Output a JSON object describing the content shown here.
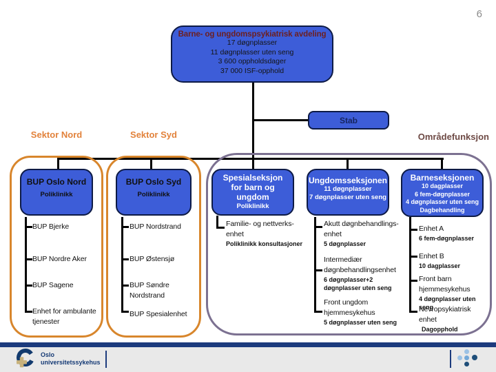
{
  "page": {
    "number": "6"
  },
  "root": {
    "title": "Barne- og ungdomspsykiatrisk avdeling",
    "stats": [
      "17 døgnplasser",
      "11 døgnplasser uten seng",
      "3 600 oppholdsdager",
      "37 000 ISF-opphold"
    ]
  },
  "stab": {
    "label": "Stab"
  },
  "sections": {
    "nord": {
      "header": "Sektor Nord",
      "box": {
        "title": "BUP  Oslo Nord",
        "subtitle": "Poliklinikk"
      },
      "items": [
        {
          "label": "BUP Bjerke"
        },
        {
          "label": "BUP Nordre Aker"
        },
        {
          "label": "BUP Sagene"
        },
        {
          "label": "Enhet for ambulante tjenester"
        }
      ]
    },
    "syd": {
      "header": "Sektor Syd",
      "box": {
        "title": "BUP Oslo Syd",
        "subtitle": "Poliklinikk"
      },
      "items": [
        {
          "label": "BUP Nordstrand"
        },
        {
          "label": "BUP Østensjø"
        },
        {
          "label": "BUP Søndre Nordstrand"
        },
        {
          "label": "BUP Spesialenhet"
        }
      ]
    },
    "omrade": {
      "header": "Områdefunksjon",
      "spesial": {
        "box": {
          "title": "Spesialseksjon  for barn og  ungdom",
          "subtitle": "Poliklinikk"
        },
        "items": [
          {
            "label": "Familie- og nettverks-enhet",
            "stat": "Poliklinikk konsultasjoner"
          }
        ]
      },
      "ungdom": {
        "box": {
          "title": "Ungdomsseksjonen",
          "stats": [
            "11 døgnplasser",
            "7 døgnplasser uten seng"
          ]
        },
        "items": [
          {
            "label": "Akutt døgnbehandlings-enhet",
            "stat": "5 døgnplasser"
          },
          {
            "label": "Intermediær døgnbehandlingsenhet",
            "stat": "6 døgnplasser+2 døgnplasser uten seng"
          },
          {
            "label": "Front ungdom hjemmesykehus",
            "stat": "5 døgnplasser uten seng"
          }
        ]
      },
      "barn": {
        "box": {
          "title": "Barneseksjonen",
          "stats": [
            "10 dagplasser",
            "6 fem-døgnplasser",
            "4 døgnplasser uten seng",
            "Dagbehandling"
          ]
        },
        "items": [
          {
            "label": "Enhet A",
            "stat": "6 fem-døgnplasser"
          },
          {
            "label": "Enhet B",
            "stat": "10 dagplasser"
          },
          {
            "label": "Front barn hjemmesykehus",
            "stat": "4 døgnplasser uten seng"
          },
          {
            "label": "Nevropsykiatrisk enhet",
            "stat": "Dagopphold"
          }
        ]
      }
    }
  },
  "footer": {
    "logo_line1": "Oslo",
    "logo_line2": "universitetssykehus"
  },
  "colors": {
    "node_blue": "#3d5dd8",
    "node_border": "#0d1a45",
    "orange": "#d8862c",
    "purple": "#7c7191",
    "title_maroon": "#6d1f1f",
    "footer_navy": "#1c3b7d",
    "dot_light": "#9cc2e5",
    "dot_mid": "#74a9d8",
    "dot_dark": "#1f4e79"
  }
}
